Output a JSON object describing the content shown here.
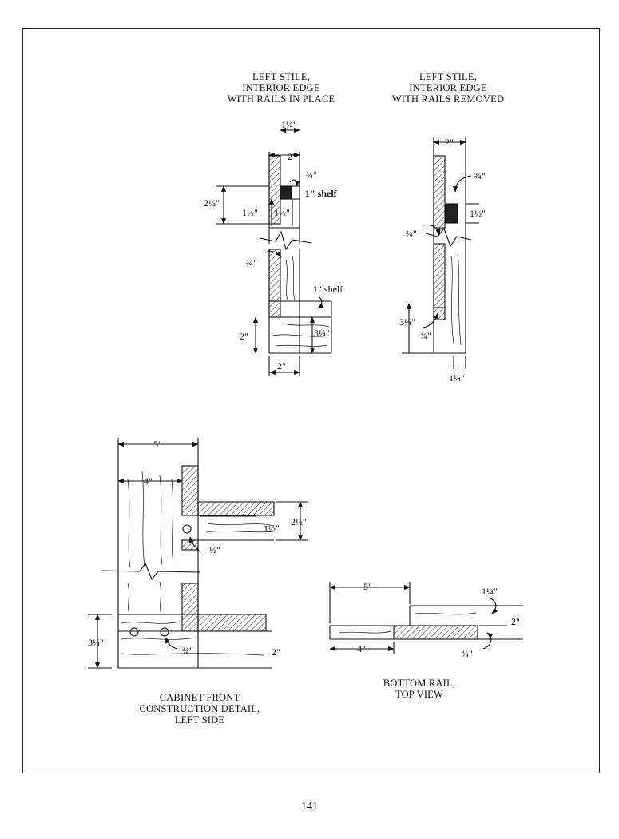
{
  "captions": {
    "stile_in_place": [
      "LEFT STILE,",
      "INTERIOR EDGE",
      "WITH RAILS IN PLACE"
    ],
    "stile_removed": [
      "LEFT STILE,",
      "INTERIOR EDGE",
      "WITH RAILS REMOVED"
    ],
    "cabinet_front": [
      "CABINET FRONT",
      "CONSTRUCTION DETAIL,",
      "LEFT SIDE"
    ],
    "bottom_rail": [
      "BOTTOM RAIL,",
      "TOP VIEW"
    ]
  },
  "dims": {
    "a_1_1_4_top": "1¼\"",
    "a_2_top": "2\"",
    "a_3_4": "¾\"",
    "a_1_shelf": "1\" shelf",
    "a_2_1_2": "2½\"",
    "a_1_1_2_left": "1½\"",
    "a_1_1_2_right": "1½\"",
    "a_3_4_lower": "¾\"",
    "a_1_shelf_lower": "1\" shelf",
    "a_3_1_4": "3¼\"",
    "a_2_left": "2\"",
    "a_2_bottom": "2\"",
    "b_2_top": "2\"",
    "b_3_4_top": "¾\"",
    "b_1_1_2": "1½\"",
    "b_3_4_left": "¾\"",
    "b_3_1_4": "3¼\"",
    "b_3_4_low": "¾\"",
    "b_1_1_4": "1¼\"",
    "c_5": "5\"",
    "c_4": "4\"",
    "c_2_1_2": "2½\"",
    "c_1_1_2": "1½\"",
    "c_1_2": "½\"",
    "c_3_1_4": "3¼\"",
    "c_3_4": "¾\"",
    "c_2": "2\"",
    "d_5": "5\"",
    "d_1_1_4": "1¼\"",
    "d_2": "2\"",
    "d_4": "4\"",
    "d_3_4": "¾\""
  },
  "page_number": "141"
}
